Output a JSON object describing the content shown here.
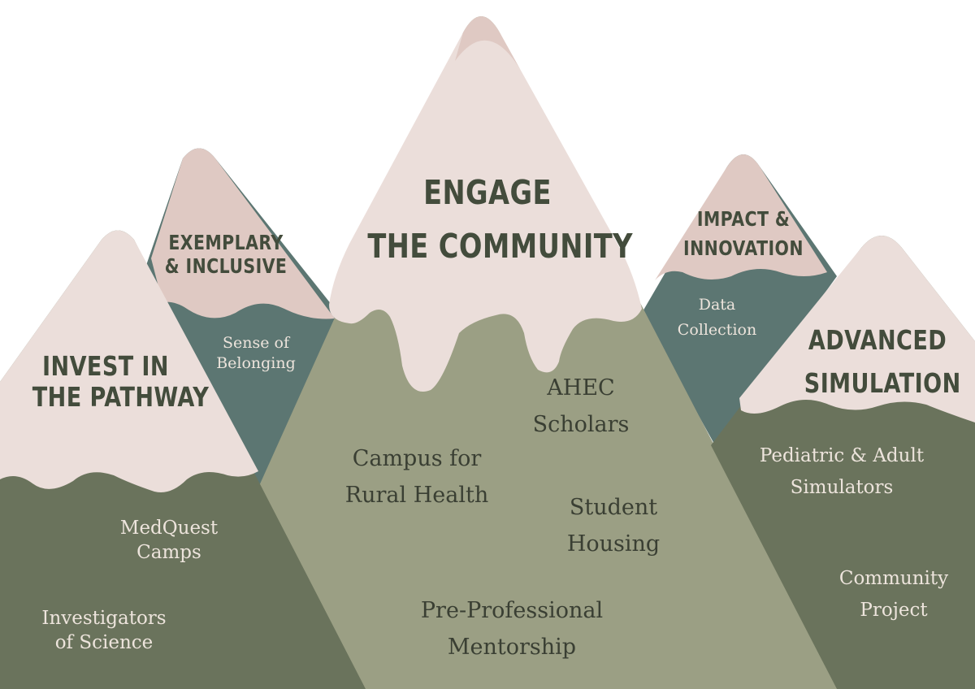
{
  "colors": {
    "snow": "#ebdeda",
    "pink_cap": "#dfc9c3",
    "teal": "#5c7672",
    "olive": "#9b9f84",
    "dark_green": "#6a735c",
    "heading_text": "#434c3c"
  },
  "peaks": [
    {
      "title": [
        "INVEST IN",
        "THE PATHWAY"
      ],
      "items": [
        [
          "MedQuest",
          "Camps"
        ],
        [
          "Investigators",
          "of Science"
        ]
      ]
    },
    {
      "title": [
        "EXEMPLARY",
        "& INCLUSIVE"
      ],
      "items": [
        [
          "Sense of",
          "Belonging"
        ]
      ]
    },
    {
      "title": [
        "ENGAGE",
        "THE COMMUNITY"
      ],
      "items": [
        [
          "AHEC",
          "Scholars"
        ],
        [
          "Campus for",
          "Rural Health"
        ],
        [
          "Student",
          "Housing"
        ],
        [
          "Pre-Professional",
          "Mentorship"
        ]
      ]
    },
    {
      "title": [
        "IMPACT &",
        "INNOVATION"
      ],
      "items": [
        [
          "Data",
          "Collection"
        ]
      ]
    },
    {
      "title": [
        "ADVANCED",
        "SIMULATION"
      ],
      "items": [
        [
          "Pediatric & Adult",
          "Simulators"
        ],
        [
          "Community",
          "Project"
        ]
      ]
    }
  ]
}
